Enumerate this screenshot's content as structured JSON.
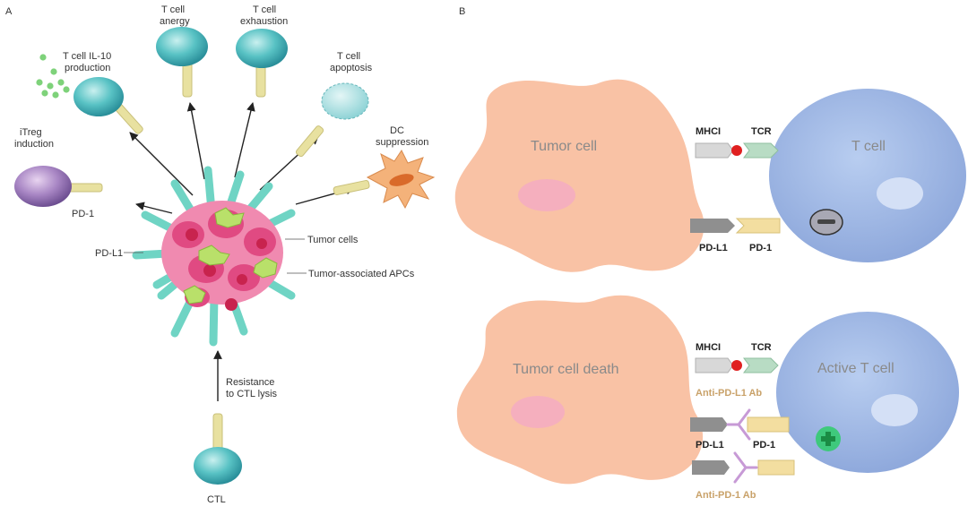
{
  "panel_a": {
    "letter": "A",
    "labels": {
      "il10": [
        "T cell IL-10",
        "production"
      ],
      "anergy": [
        "T cell",
        "anergy"
      ],
      "exhaustion": [
        "T cell",
        "exhaustion"
      ],
      "apoptosis": [
        "T cell",
        "apoptosis"
      ],
      "itreg": [
        "iTreg",
        "induction"
      ],
      "dc": [
        "DC",
        "suppression"
      ],
      "pd1": "PD-1",
      "pdl1": "PD-L1",
      "tumor_cells": "Tumor cells",
      "tumor_apcs": "Tumor-associated APCs",
      "resistance": [
        "Resistance",
        "to CTL lysis"
      ],
      "ctl": "CTL"
    }
  },
  "panel_b": {
    "letter": "B",
    "top": {
      "tumor": "Tumor cell",
      "tcell": "T cell",
      "mhci": "MHCI",
      "tcr": "TCR",
      "pdl1": "PD-L1",
      "pd1": "PD-1"
    },
    "bottom": {
      "tumor": "Tumor cell death",
      "tcell": "Active T cell",
      "mhci": "MHCI",
      "tcr": "TCR",
      "anti_pdl1": "Anti-PD-L1 Ab",
      "pdl1": "PD-L1",
      "pd1": "PD-1",
      "anti_pd1": "Anti-PD-1 Ab"
    }
  },
  "colors": {
    "tcell_teal": "#5cc5c8",
    "receptor_yellow": "#e9e3a0",
    "tumor_pink": "#e8709a",
    "tumor_salmon": "#f8c2a6",
    "tcell_blue": "#a9c0e8",
    "mhc_red": "#e02020",
    "pd1_yellow": "#f5e0a0",
    "pdl1_gray": "#8f8f8f",
    "antibody_purple": "#c79ad6"
  }
}
